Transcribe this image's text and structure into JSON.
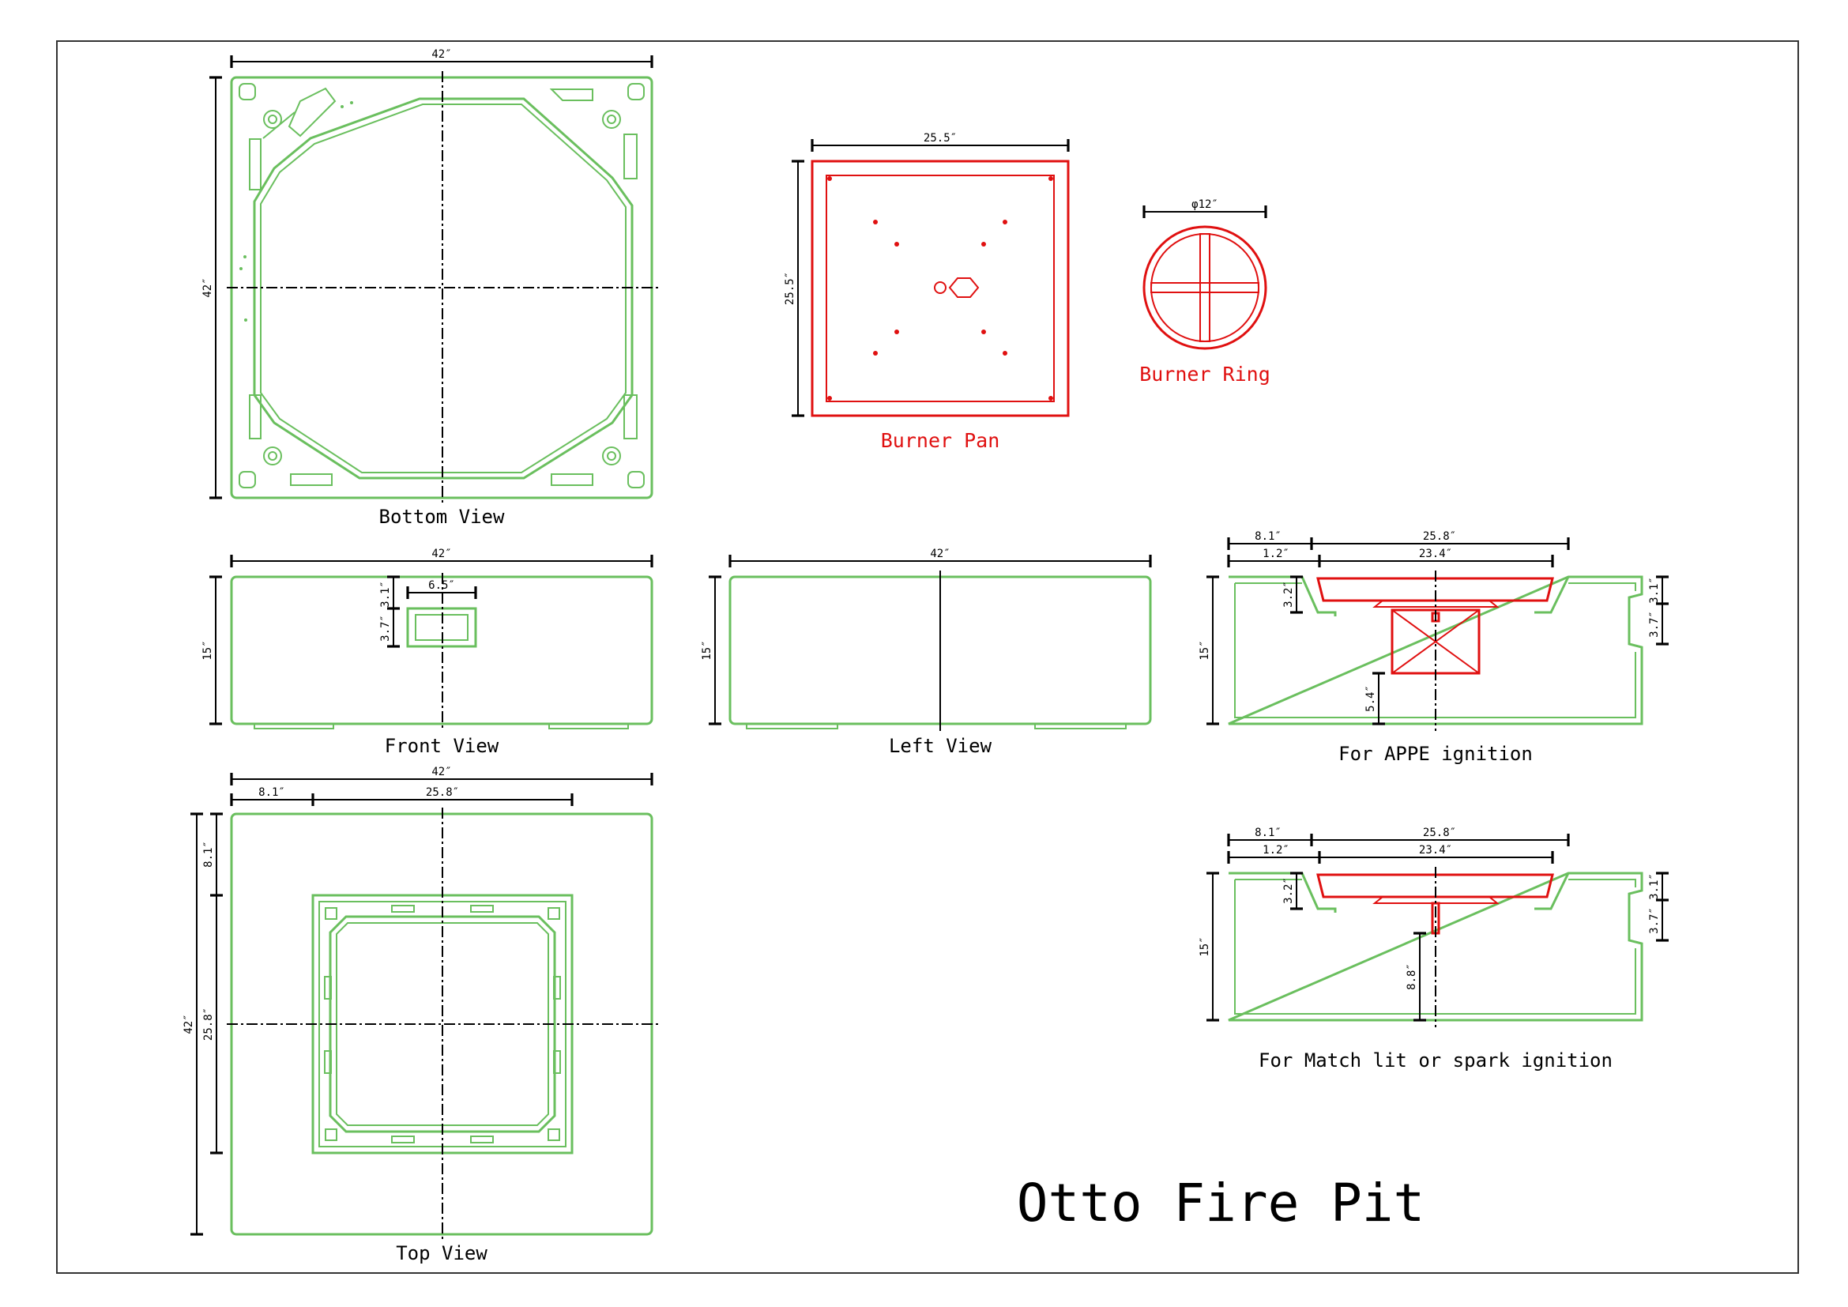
{
  "title": "Otto Fire Pit",
  "views": {
    "bottom": {
      "label": "Bottom View",
      "width": "42″",
      "height": "42″"
    },
    "burner_pan": {
      "label": "Burner Pan",
      "width": "25.5″",
      "height": "25.5″"
    },
    "burner_ring": {
      "label": "Burner Ring",
      "diameter": "φ12″"
    },
    "front": {
      "label": "Front View",
      "width": "42″",
      "height": "15″",
      "opening_width": "6.5″",
      "opening_top": "3.1″",
      "opening_height": "3.7″"
    },
    "left": {
      "label": "Left View",
      "width": "42″",
      "height": "15″"
    },
    "appe": {
      "label": "For APPE ignition",
      "edge": "8.1″",
      "opening": "25.8″",
      "lip": "1.2″",
      "pan": "23.4″",
      "height": "15″",
      "depth": "3.2″",
      "valve": "5.4″",
      "side_top": "3.1″",
      "side_hole": "3.7″"
    },
    "match": {
      "label": "For Match lit or spark ignition",
      "edge": "8.1″",
      "opening": "25.8″",
      "lip": "1.2″",
      "pan": "23.4″",
      "height": "15″",
      "depth": "3.2″",
      "valve": "8.8″",
      "side_top": "3.1″",
      "side_hole": "3.7″"
    },
    "top": {
      "label": "Top View",
      "width": "42″",
      "height": "42″",
      "edge_h": "8.1″",
      "opening_h": "25.8″",
      "edge_v": "8.1″",
      "opening_v": "25.8″"
    }
  },
  "colors": {
    "outline": "#6abf5e",
    "burner": "#e01010",
    "dimension": "#000000"
  }
}
